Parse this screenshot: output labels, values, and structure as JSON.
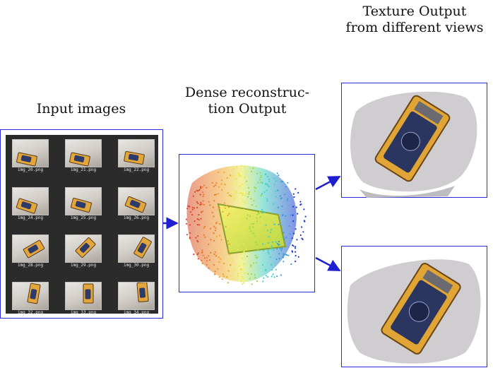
{
  "labels": {
    "input": "Input images",
    "dense_line1": "Dense reconstruc-",
    "dense_line2": "tion Output",
    "texture_line1": "Texture Output",
    "texture_line2": "from different views"
  },
  "thumbnails": [
    "img_20.png",
    "img_21.png",
    "img_22.png",
    "img_24.png",
    "img_25.png",
    "img_26.png",
    "img_28.png",
    "img_29.png",
    "img_30.png",
    "img_32.png",
    "img_33.png",
    "img_34.png"
  ],
  "colors": {
    "border": "#2a2ad6",
    "arrow": "#1f1fd0",
    "grid_background": "#2b2b2b",
    "multimeter_body": "#e2a63a"
  }
}
